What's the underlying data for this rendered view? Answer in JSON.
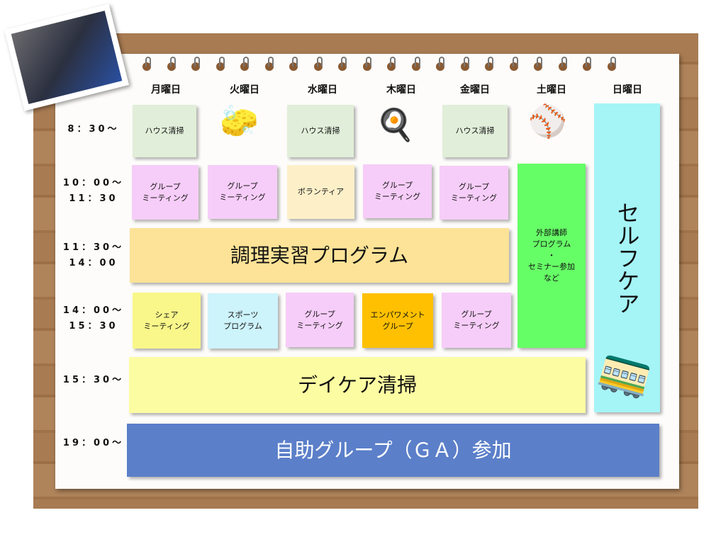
{
  "days": [
    "月曜日",
    "火曜日",
    "水曜日",
    "木曜日",
    "金曜日",
    "土曜日",
    "日曜日"
  ],
  "times": {
    "t1": "8：30～",
    "t2a": "10：00～",
    "t2b": "11：30",
    "t3a": "11：30～",
    "t3b": "14：00",
    "t4a": "14：00～",
    "t4b": "15：30",
    "t5": "15：30～",
    "t6": "19：00～"
  },
  "row1": {
    "mon": "ハウス清掃",
    "wed": "ハウス清掃",
    "fri": "ハウス清掃"
  },
  "row2": {
    "mon": "グループ\nミーティング",
    "tue": "グループ\nミーティング",
    "wed": "ボランティア",
    "thu": "グループ\nミーティング",
    "fri": "グループ\nミーティング"
  },
  "cooking": "調理実習プログラム",
  "saturday": "外部講師\nプログラム\n・\nセミナー参加\nなど",
  "sunday": "セルフケア",
  "row4": {
    "mon": "シェア\nミーティング",
    "tue": "スポーツ\nプログラム",
    "wed": "グループ\nミーティング",
    "thu": "エンパワメント\nグループ",
    "fri": "グループ\nミーティング"
  },
  "daycare": "デイケア清掃",
  "ga": "自助グループ（ＧＡ）参加",
  "colors": {
    "green": "#e1eed9",
    "pink": "#f6cdf8",
    "cream": "#fdf0c9",
    "yellow": "#fde397",
    "lime": "#66fe66",
    "cyan": "#a5f4f6",
    "lightyellow": "#f9f78a",
    "sky": "#cdf3fb",
    "orange": "#fec000",
    "paleyellow": "#fcfca2",
    "blue": "#5b7fc9"
  }
}
